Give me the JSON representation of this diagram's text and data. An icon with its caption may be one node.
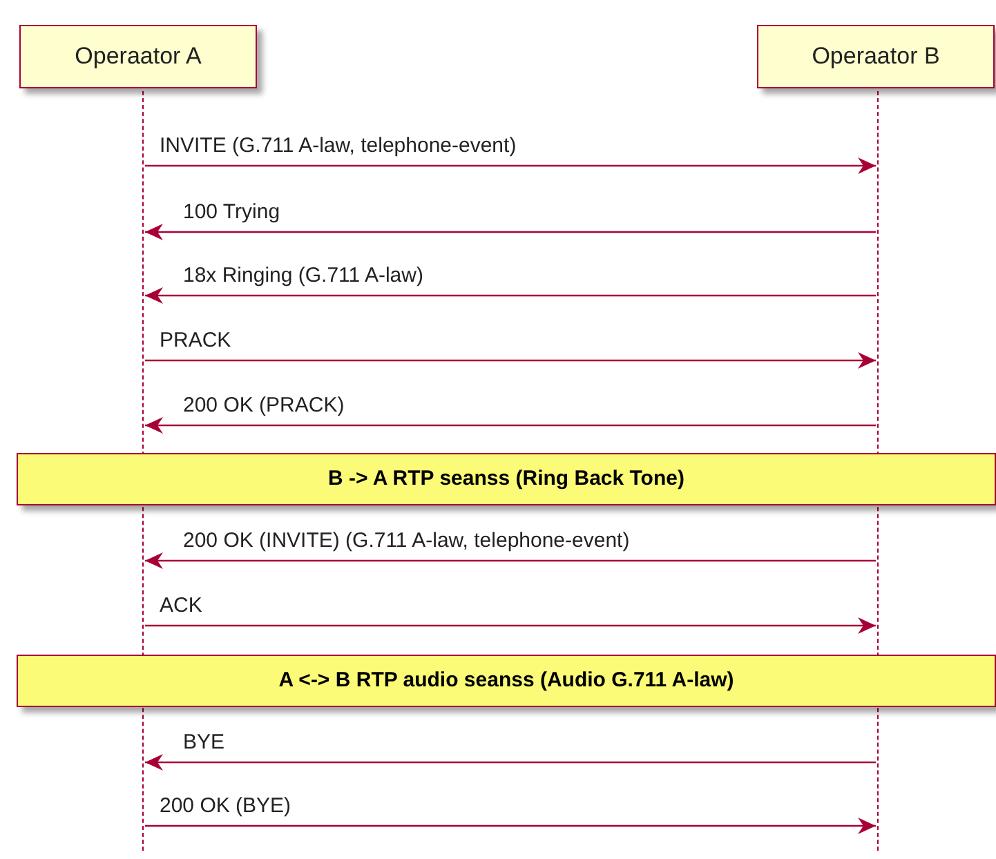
{
  "diagram": {
    "nodes": [
      {
        "text": [
          "Operaator A"
        ]
      },
      {
        "text": [
          "Operaator B"
        ]
      },
      {
        "text": [],
        "shape": "line"
      },
      {
        "text": [],
        "shape": "line"
      },
      {
        "text": [
          "B -> A RTP seanss (Ring Back Tone)"
        ]
      },
      {
        "text": [
          "A <-> B RTP audio seanss (Audio G.711 A-law)"
        ]
      }
    ],
    "edges": [
      {
        "from": 2,
        "to": 3,
        "arrow": "to",
        "label": "INVITE (G.711 A-law, telephone-event)"
      },
      {
        "from": 3,
        "to": 2,
        "arrow": "to",
        "label": "100 Trying"
      },
      {
        "from": 3,
        "to": 2,
        "arrow": "to",
        "label": "18x Ringing (G.711 A-law)"
      },
      {
        "from": 2,
        "to": 3,
        "arrow": "to",
        "label": "PRACK"
      },
      {
        "from": 3,
        "to": 2,
        "arrow": "to",
        "label": "200 OK (PRACK)"
      },
      {
        "from": 3,
        "to": 2,
        "arrow": "to",
        "label": "200 OK (INVITE) (G.711 A-law, telephone-event)"
      },
      {
        "from": 2,
        "to": 3,
        "arrow": "to",
        "label": "ACK"
      },
      {
        "from": 3,
        "to": 2,
        "arrow": "to",
        "label": "BYE"
      },
      {
        "from": 2,
        "to": 3,
        "arrow": "to",
        "label": "200 OK (BYE)"
      }
    ]
  }
}
